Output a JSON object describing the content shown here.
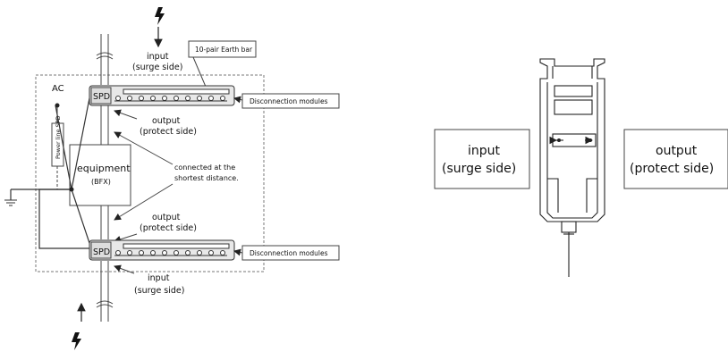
{
  "left_diagram": {
    "region_label": "AC",
    "top_input": {
      "line1": "input",
      "line2": "(surge side)"
    },
    "earth_bar": "10-pair Earth bar",
    "spd_top": "SPD",
    "spd_bottom": "SPD",
    "disconnection_top": "Disconnection modules",
    "disconnection_bottom": "Disconnection modules",
    "output_top": {
      "line1": "output",
      "line2": "(protect side)"
    },
    "power_line_spd": "Power line SPD",
    "equipment": {
      "line1": "equipment",
      "line2": "(BFX)"
    },
    "connected_note": {
      "line1": "connected at the",
      "line2": "shortest distance."
    },
    "output_bottom": {
      "line1": "output",
      "line2": "(protect side)"
    },
    "bottom_input": {
      "line1": "input",
      "line2": "(surge side)"
    }
  },
  "right_diagram": {
    "input_box": {
      "line1": "input",
      "line2": "(surge side)"
    },
    "output_box": {
      "line1": "output",
      "line2": "(protect side)"
    }
  }
}
